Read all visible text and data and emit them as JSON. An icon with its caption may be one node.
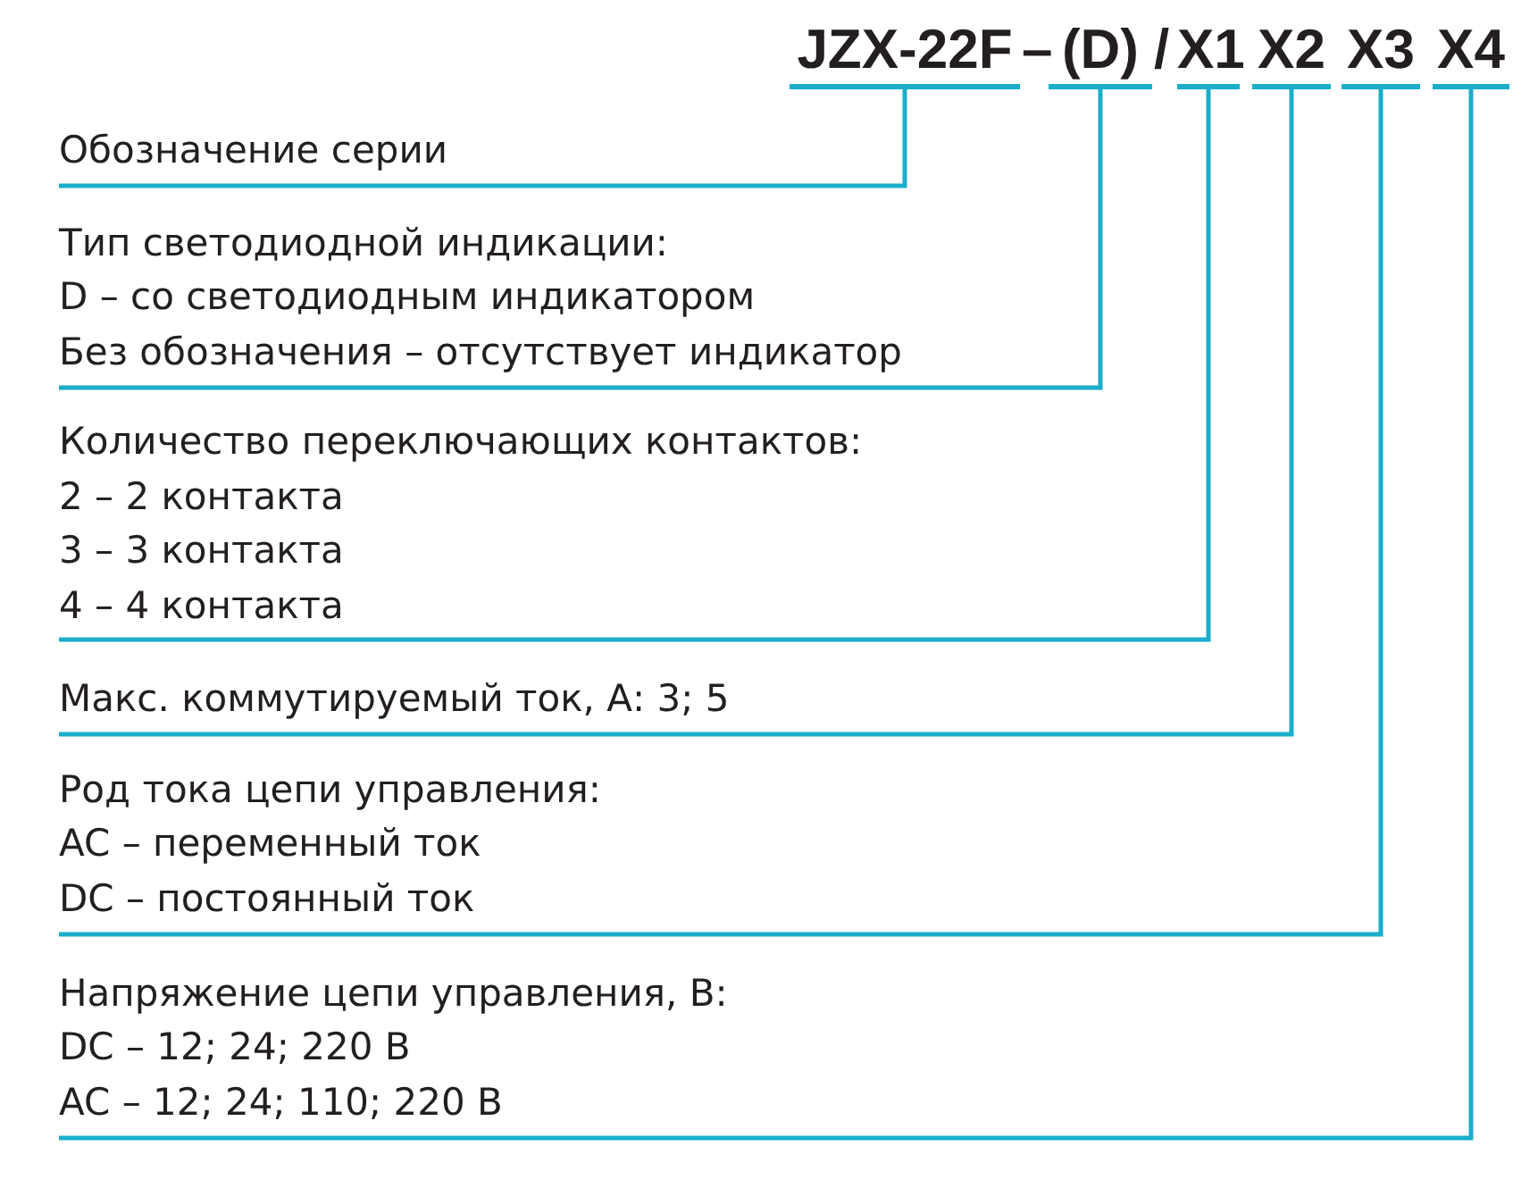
{
  "diagram": {
    "nodes": [
      {
        "text": [
          "JZX-22F"
        ]
      },
      {
        "text": [
          "(D)"
        ]
      },
      {
        "text": [
          "X1"
        ]
      },
      {
        "text": [
          "X2"
        ]
      },
      {
        "text": [
          "X3"
        ]
      },
      {
        "text": [
          "X4"
        ]
      },
      {
        "text": [
          "Обозначение серии"
        ]
      },
      {
        "text": [
          "Тип светодиодной индикации:",
          "D – со светодиодным индикатором",
          "Без обозначения – отсутствует индикатор"
        ]
      },
      {
        "text": [
          "Количество переключающих контактов:",
          "2 – 2 контакта",
          "3 – 3 контакта",
          "4 – 4 контакта"
        ]
      },
      {
        "text": [
          "Макс. коммутируемый ток, А: 3; 5"
        ]
      },
      {
        "text": [
          "Род тока цепи управления:",
          "AC – переменный ток",
          "DC – постоянный ток"
        ]
      },
      {
        "text": [
          "Напряжение цепи управления, В:",
          "DC – 12; 24; 220 В",
          "AC – 12; 24; 110; 220 В"
        ]
      }
    ],
    "edges": [
      {
        "from": 0,
        "to": 6,
        "arrow": "none"
      },
      {
        "from": 1,
        "to": 7,
        "arrow": "none"
      },
      {
        "from": 2,
        "to": 8,
        "arrow": "none"
      },
      {
        "from": 3,
        "to": 9,
        "arrow": "none"
      },
      {
        "from": 4,
        "to": 10,
        "arrow": "none"
      },
      {
        "from": 5,
        "to": 11,
        "arrow": "none"
      }
    ],
    "labels": [
      "–",
      "/"
    ]
  }
}
